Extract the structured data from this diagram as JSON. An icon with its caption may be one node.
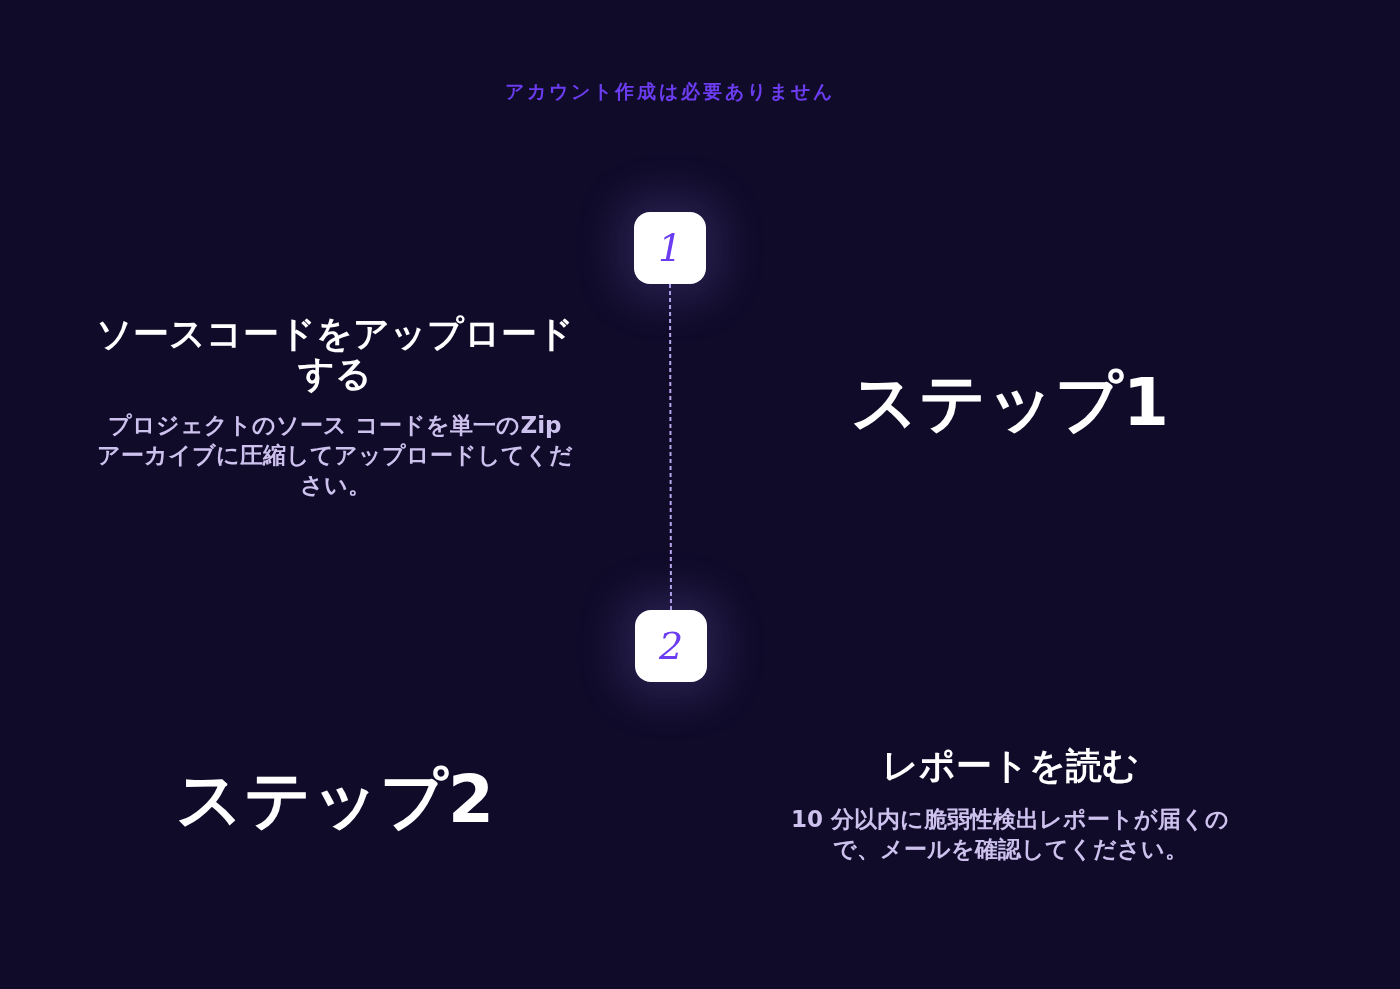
{
  "diagram": {
    "nodes": [
      {
        "text": [
          "1"
        ]
      },
      {
        "text": [
          "2"
        ]
      }
    ],
    "edges": [
      {
        "from": 0,
        "to": 1,
        "arrow": "none",
        "style": "dashed"
      }
    ],
    "labels": [
      "アカウント作成は必要ありません",
      "ソースコードをアップロードする",
      "プロジェクトのソース コードを単一のZip アーカイブに圧縮してアップロードしてください。",
      "ステップ1",
      "ステップ2",
      "レポートを読む",
      "10 分以内に脆弱性検出レポートが届くので、メールを確認してください。"
    ]
  }
}
